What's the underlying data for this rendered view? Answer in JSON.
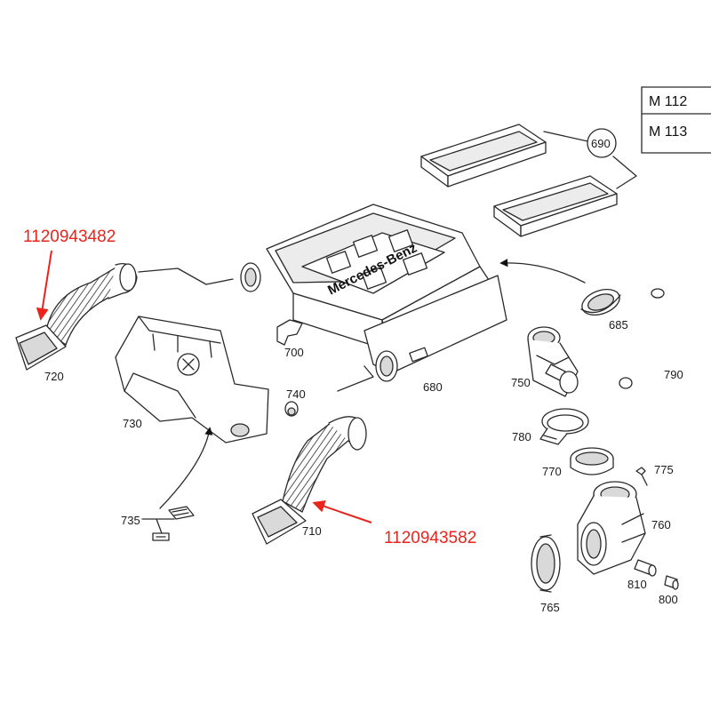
{
  "model_table": [
    "M 112",
    "M 113"
  ],
  "callouts": {
    "upper": "1120943482",
    "lower": "1120943582"
  },
  "brand_text": "Mercedes-Benz",
  "parts": {
    "p690": "690",
    "p680": "680",
    "p685": "685",
    "p790": "790",
    "p700": "700",
    "p720": "720",
    "p730": "730",
    "p740": "740",
    "p710": "710",
    "p735": "735",
    "p750": "750",
    "p780": "780",
    "p770": "770",
    "p775": "775",
    "p760": "760",
    "p810": "810",
    "p800": "800",
    "p765": "765"
  },
  "colors": {
    "callout": "#e8241c",
    "line": "#2a2a2a"
  }
}
